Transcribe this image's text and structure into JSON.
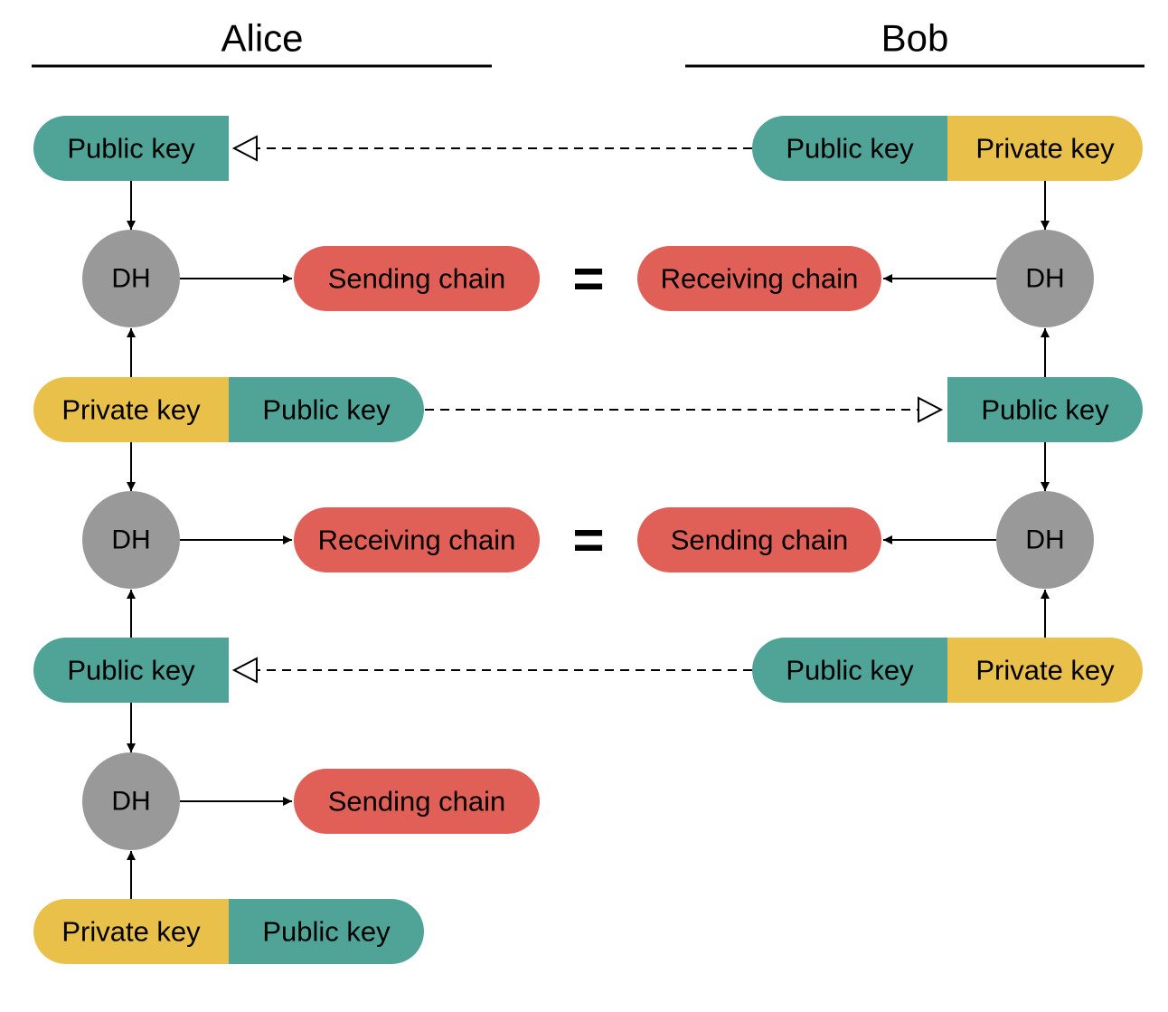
{
  "parties": {
    "alice": "Alice",
    "bob": "Bob"
  },
  "labels": {
    "public_key": "Public key",
    "private_key": "Private key",
    "dh": "DH",
    "sending_chain": "Sending chain",
    "receiving_chain": "Receiving chain",
    "equals": "="
  },
  "colors": {
    "public_key": "#4fa397",
    "private_key": "#e9c14a",
    "chain": "#e05f57",
    "dh": "#999999",
    "line": "#000000"
  }
}
